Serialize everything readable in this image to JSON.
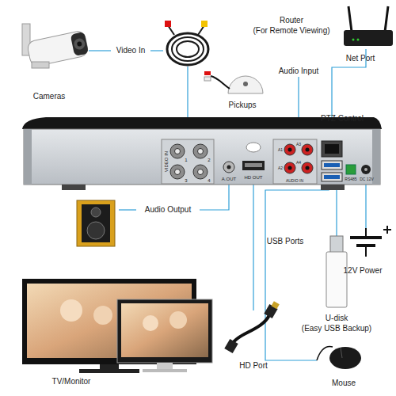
{
  "diagram": {
    "labels": [
      "Router",
      "(For Remote Viewing)",
      "Cameras",
      "Video In",
      "Audio Input",
      "Net Port",
      "Pickups",
      "PTZ Control",
      "VIDEO IN",
      "1",
      "2",
      "3",
      "4",
      "A.OUT",
      "HD OUT",
      "A1",
      "A2",
      "A3",
      "A4",
      "AUDIO IN",
      "RS485",
      "DC 12V",
      "Audio Output",
      "USB Ports",
      "12V Power",
      "U-disk",
      "(Easy USB Backup)",
      "TV/Monitor",
      "HD Port",
      "Mouse"
    ]
  }
}
